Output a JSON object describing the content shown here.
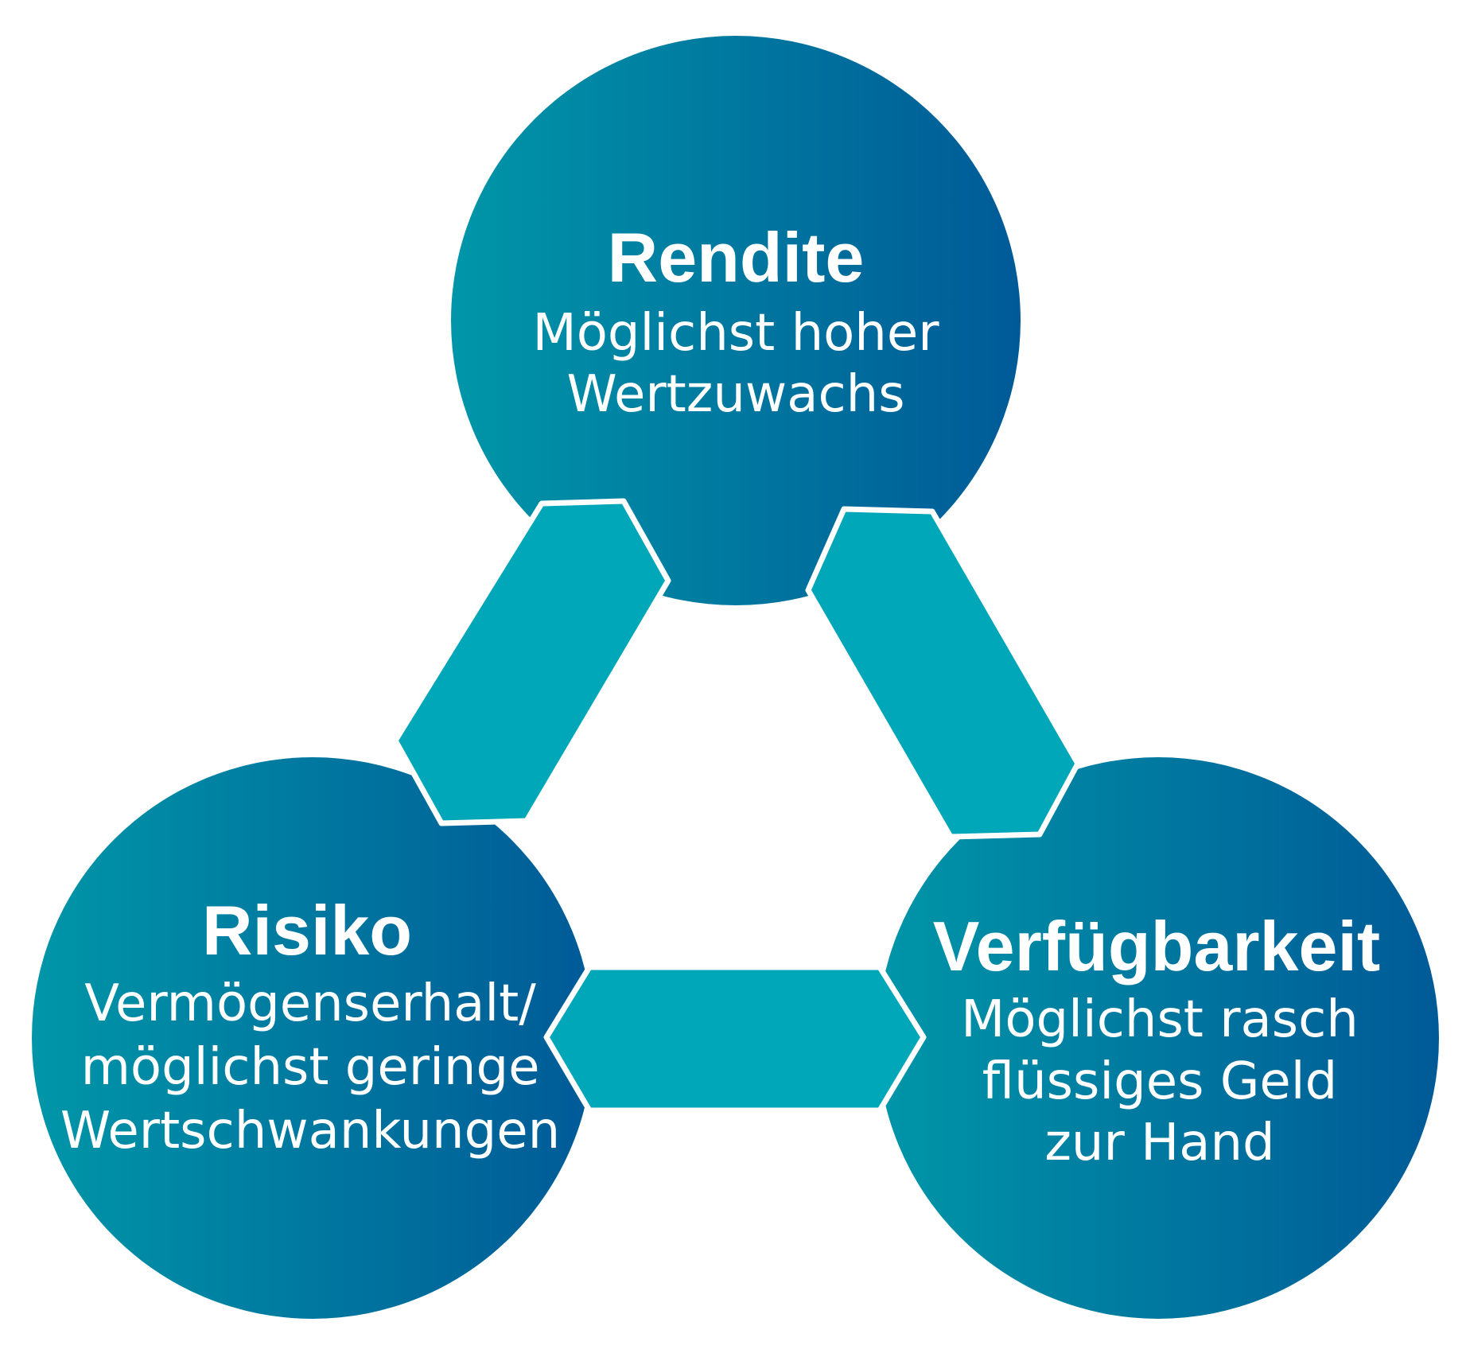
{
  "colors": {
    "circle_gradient_start": "#0096a8",
    "circle_gradient_end": "#005a97",
    "connector_fill": "#00a7b8",
    "outline": "#ffffff",
    "text": "#ffffff"
  },
  "nodes": {
    "rendite": {
      "title": "Rendite",
      "lines": [
        "Möglichst hoher",
        "Wertzuwachs"
      ]
    },
    "risiko": {
      "title": "Risiko",
      "lines": [
        "Vermögenserhalt/",
        "möglichst geringe",
        "Wertschwankungen"
      ]
    },
    "verfuegbarkeit": {
      "title": "Verfügbarkeit",
      "lines": [
        "Möglichst rasch",
        "flüssiges Geld",
        "zur Hand"
      ]
    }
  }
}
